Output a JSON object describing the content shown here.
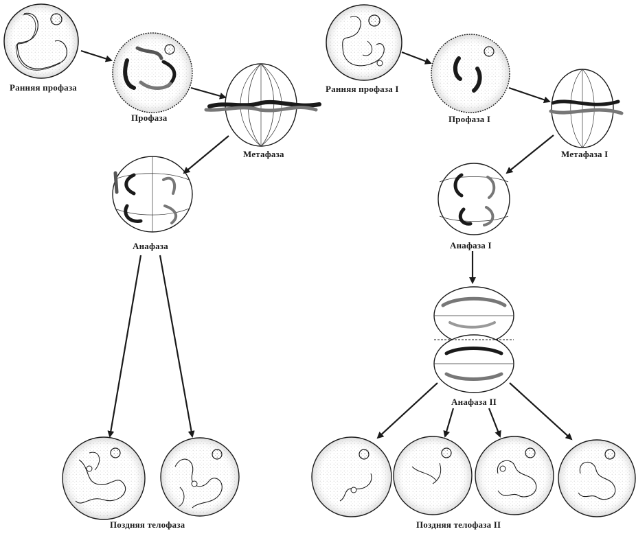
{
  "colors": {
    "ink": "#1a1a1a",
    "stipple": "#555555",
    "background": "#ffffff"
  },
  "mitosis": {
    "early_prophase": "Ранняя профаза",
    "prophase": "Профаза",
    "metaphase": "Метафаза",
    "anaphase": "Анафаза",
    "late_telophase": "Поздняя телофаза"
  },
  "meiosis": {
    "early_prophase_1": "Ранняя профаза I",
    "prophase_1": "Профаза I",
    "metaphase_1": "Метафаза I",
    "anaphase_1": "Анафаза I",
    "anaphase_2": "Анафаза II",
    "late_telophase_2": "Поздняя телофаза II"
  }
}
